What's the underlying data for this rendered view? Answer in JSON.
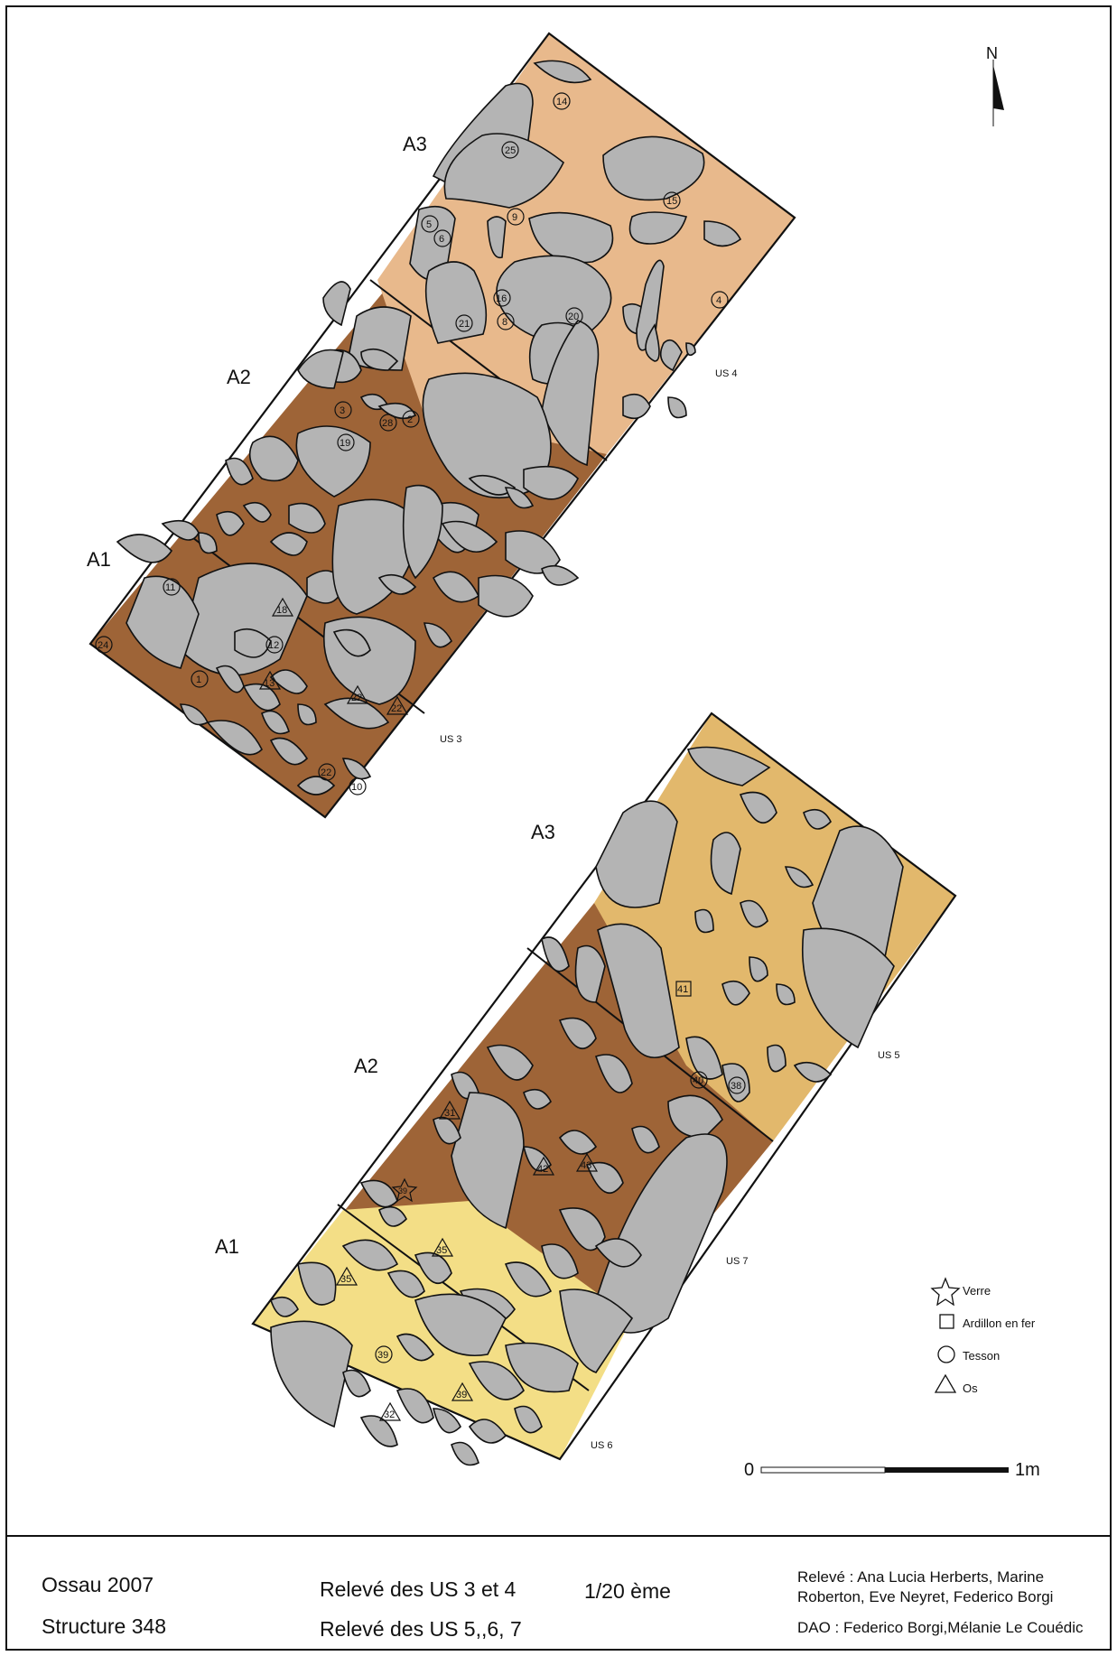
{
  "north": {
    "label": "N"
  },
  "upper_plan": {
    "sector_labels": [
      "A1",
      "A2",
      "A3"
    ],
    "us_labels": [
      "US 3",
      "US 4"
    ],
    "finds": [
      {
        "n": "14",
        "kind": "tesson"
      },
      {
        "n": "25",
        "kind": "tesson"
      },
      {
        "n": "15",
        "kind": "tesson"
      },
      {
        "n": "5",
        "kind": "tesson"
      },
      {
        "n": "6",
        "kind": "tesson"
      },
      {
        "n": "9",
        "kind": "tesson"
      },
      {
        "n": "16",
        "kind": "tesson"
      },
      {
        "n": "21",
        "kind": "tesson"
      },
      {
        "n": "8",
        "kind": "tesson"
      },
      {
        "n": "20",
        "kind": "tesson"
      },
      {
        "n": "4",
        "kind": "tesson"
      },
      {
        "n": "3",
        "kind": "tesson"
      },
      {
        "n": "2",
        "kind": "tesson"
      },
      {
        "n": "28",
        "kind": "tesson"
      },
      {
        "n": "19",
        "kind": "tesson"
      },
      {
        "n": "11",
        "kind": "tesson"
      },
      {
        "n": "24",
        "kind": "tesson"
      },
      {
        "n": "12",
        "kind": "tesson"
      },
      {
        "n": "1",
        "kind": "tesson"
      },
      {
        "n": "22",
        "kind": "tesson"
      },
      {
        "n": "10",
        "kind": "tesson"
      },
      {
        "n": "18",
        "kind": "os"
      },
      {
        "n": "13",
        "kind": "os"
      },
      {
        "n": "22",
        "kind": "os"
      },
      {
        "n": "22",
        "kind": "os"
      }
    ]
  },
  "lower_plan": {
    "sector_labels": [
      "A1",
      "A2",
      "A3"
    ],
    "us_labels": [
      "US 5",
      "US 7",
      "US 6"
    ],
    "finds": [
      {
        "n": "41",
        "kind": "ardillon"
      },
      {
        "n": "40",
        "kind": "tesson"
      },
      {
        "n": "38",
        "kind": "tesson"
      },
      {
        "n": "31",
        "kind": "os"
      },
      {
        "n": "42",
        "kind": "os"
      },
      {
        "n": "43",
        "kind": "os"
      },
      {
        "n": "39",
        "kind": "verre"
      },
      {
        "n": "35",
        "kind": "os"
      },
      {
        "n": "35",
        "kind": "os"
      },
      {
        "n": "39",
        "kind": "tesson"
      },
      {
        "n": "32",
        "kind": "os"
      },
      {
        "n": "39",
        "kind": "os"
      }
    ]
  },
  "legend": [
    {
      "symbol": "star",
      "label": "Verre"
    },
    {
      "symbol": "square",
      "label": "Ardillon en fer"
    },
    {
      "symbol": "circle",
      "label": "Tesson"
    },
    {
      "symbol": "triangle",
      "label": "Os"
    }
  ],
  "scale_bar": {
    "start": "0",
    "end": "1m"
  },
  "colors": {
    "us3": "#9e6437",
    "us4": "#e8b98c",
    "us5": "#e2b86c",
    "us7": "#9e6437",
    "us6": "#f3de86",
    "stone": "#b4b4b4"
  },
  "title_block": {
    "site": "Ossau 2007",
    "structure": "Structure 348",
    "releve_1": "Relevé des US 3 et 4",
    "releve_2": "Relevé des US 5,,6, 7",
    "scale": "1/20 ème",
    "credits_releve": "Relevé : Ana Lucia Herberts, Marine Roberton, Eve Neyret, Federico Borgi",
    "credits_dao": "DAO : Federico Borgi,Mélanie Le Couédic"
  }
}
